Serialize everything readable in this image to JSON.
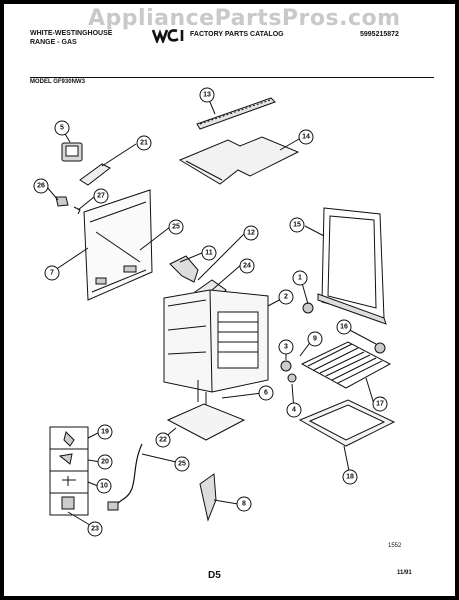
{
  "watermark": "AppliancePartsPros.com",
  "header": {
    "brand_line1": "WHITE-WESTINGHOUSE",
    "brand_line2": "RANGE - GAS",
    "logo_text": "WCI",
    "catalog_title": "FACTORY PARTS CATALOG",
    "catalog_number": "5995215872"
  },
  "model": "MODEL GF930NW3",
  "footer": {
    "drawing_code": "1552",
    "page": "D5",
    "date": "11/91"
  },
  "callouts": [
    "13",
    "14",
    "5",
    "21",
    "26",
    "27",
    "25",
    "7",
    "12",
    "11",
    "24",
    "15",
    "1",
    "2",
    "16",
    "3",
    "9",
    "6",
    "4",
    "17",
    "19",
    "20",
    "10",
    "23",
    "22",
    "25",
    "8",
    "18"
  ]
}
